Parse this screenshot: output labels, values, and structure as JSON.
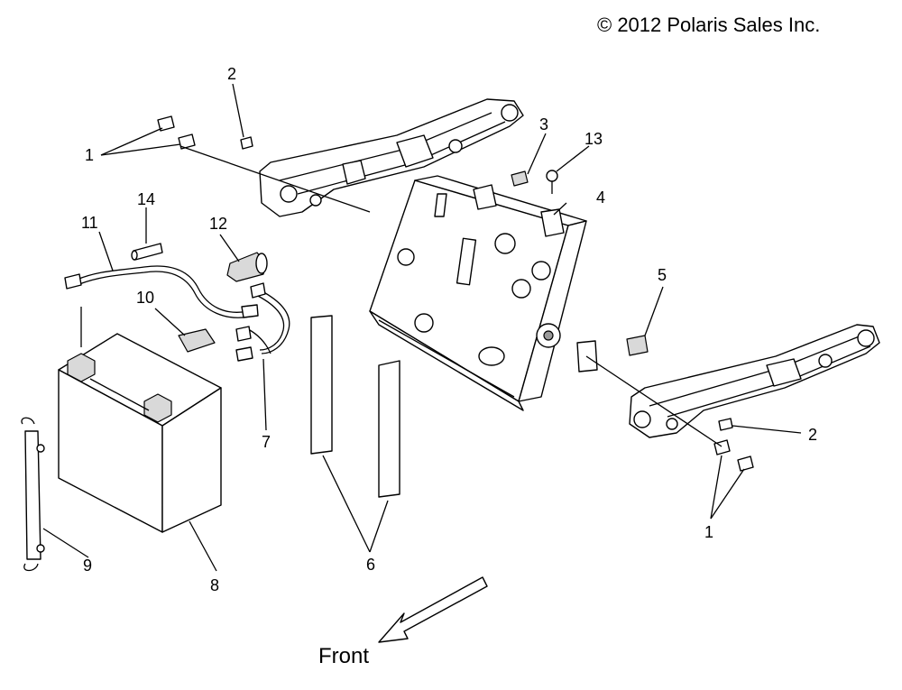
{
  "copyright": "© 2012 Polaris Sales Inc.",
  "direction_label": "Front",
  "callouts": {
    "c1a": "1",
    "c1b": "1",
    "c2a": "2",
    "c2b": "2",
    "c3": "3",
    "c4": "4",
    "c5": "5",
    "c6": "6",
    "c7": "7",
    "c8": "8",
    "c9": "9",
    "c10": "10",
    "c11": "11",
    "c12": "12",
    "c13": "13",
    "c14": "14"
  }
}
